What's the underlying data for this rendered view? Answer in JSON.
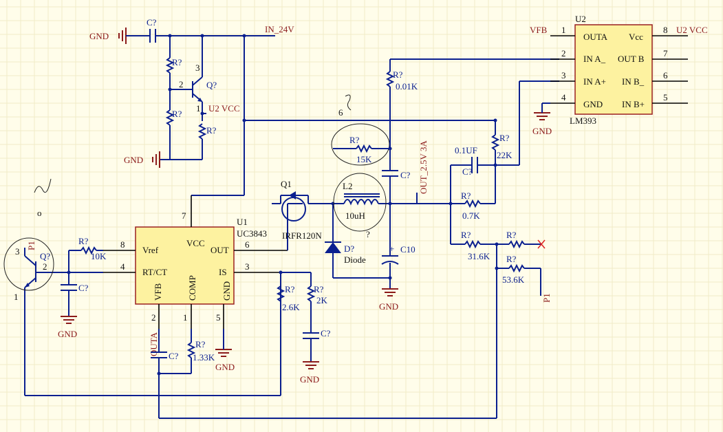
{
  "nets": {
    "in_24v": "IN_24V",
    "u2_vcc_left": "U2 VCC",
    "u2_vcc_right": "U2 VCC",
    "vfb": "VFB",
    "outa": "OUTA",
    "out": "OUT_2.5V 3A",
    "gnd": "GND",
    "p1": "P1"
  },
  "u1": {
    "designator": "U1",
    "part": "UC3843",
    "pins": {
      "vref": "Vref",
      "vcc": "VCC",
      "out": "OUT",
      "rtct": "RT/CT",
      "is": "IS",
      "vfb": "VFB",
      "comp": "COMP",
      "gnd": "GND"
    },
    "pin_numbers": {
      "vref": "8",
      "vcc": "7",
      "out": "6",
      "rtct": "4",
      "is": "3",
      "vfb": "2",
      "comp": "1",
      "gnd": "5"
    }
  },
  "u2": {
    "designator": "U2",
    "part": "LM393",
    "pins": {
      "outa": "OUTA",
      "vcc": "Vcc",
      "ina_n": "IN A_",
      "outb": "OUT B",
      "ina_p": "IN A+",
      "inb_n": "IN B_",
      "gnd": "GND",
      "inb_p": "IN B+"
    },
    "pin_numbers": {
      "p1": "1",
      "p2": "2",
      "p3": "3",
      "p4": "4",
      "p5": "5",
      "p6": "6",
      "p7": "7",
      "p8": "8"
    }
  },
  "components": {
    "r_default": "R?",
    "c_default": "C?",
    "q_default": "Q?",
    "q1": "Q1",
    "q1_part": "IRFR120N",
    "d_default": "D?",
    "diode": "Diode",
    "l2": "L2",
    "l2_value": "10uH",
    "c10": "C10",
    "c_01uf": "0.1UF",
    "r_001k": "0.01K",
    "r_15k": "15K",
    "r_22k": "22K",
    "r_07k": "0.7K",
    "r_316k": "31.6K",
    "r_536k": "53.6K",
    "r_10k": "10K",
    "r_26k": "2.6K",
    "r_2k": "2K",
    "r_133k": "1.33K",
    "q_pin1": "1",
    "q_pin2": "2",
    "q_pin3": "3"
  },
  "annotations": {
    "note_o": "o",
    "note_q": "?",
    "note_6": "6"
  }
}
